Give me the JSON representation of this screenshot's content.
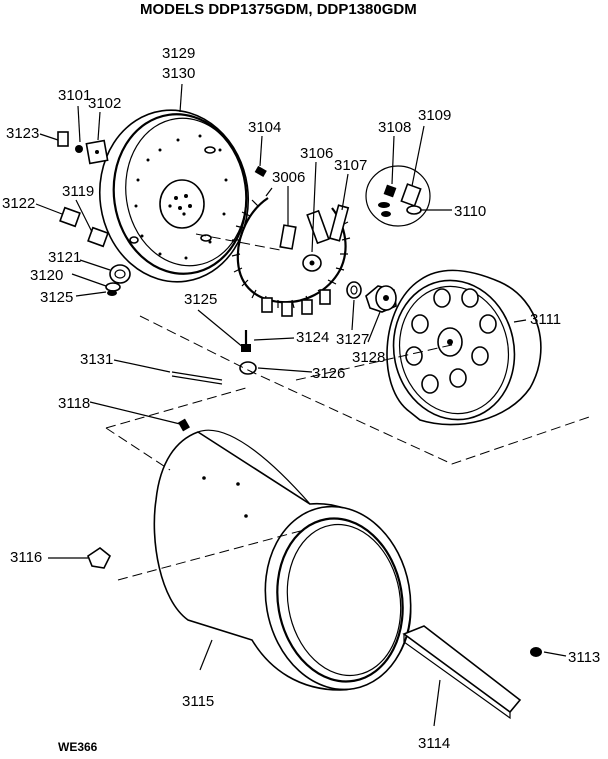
{
  "header": {
    "models": "MODELS DDP1375GDM, DDP1380GDM"
  },
  "footer": {
    "code": "WE366"
  },
  "callouts": [
    {
      "id": "c3129",
      "text": "3129"
    },
    {
      "id": "c3130",
      "text": "3130"
    },
    {
      "id": "c3101",
      "text": "3101"
    },
    {
      "id": "c3102",
      "text": "3102"
    },
    {
      "id": "c3123",
      "text": "3123"
    },
    {
      "id": "c3104",
      "text": "3104"
    },
    {
      "id": "c3106",
      "text": "3106"
    },
    {
      "id": "c3107",
      "text": "3107"
    },
    {
      "id": "c3108",
      "text": "3108"
    },
    {
      "id": "c3109",
      "text": "3109"
    },
    {
      "id": "c3006",
      "text": "3006"
    },
    {
      "id": "c3110",
      "text": "3110"
    },
    {
      "id": "c3122",
      "text": "3122"
    },
    {
      "id": "c3119",
      "text": "3119"
    },
    {
      "id": "c3121",
      "text": "3121"
    },
    {
      "id": "c3120",
      "text": "3120"
    },
    {
      "id": "c3125a",
      "text": "3125"
    },
    {
      "id": "c3125b",
      "text": "3125"
    },
    {
      "id": "c3111",
      "text": "3111"
    },
    {
      "id": "c3124",
      "text": "3124"
    },
    {
      "id": "c3127",
      "text": "3127"
    },
    {
      "id": "c3128",
      "text": "3128"
    },
    {
      "id": "c3131",
      "text": "3131"
    },
    {
      "id": "c3126",
      "text": "3126"
    },
    {
      "id": "c3118",
      "text": "3118"
    },
    {
      "id": "c3116",
      "text": "3116"
    },
    {
      "id": "c3113",
      "text": "3113"
    },
    {
      "id": "c3115",
      "text": "3115"
    },
    {
      "id": "c3114",
      "text": "3114"
    }
  ]
}
